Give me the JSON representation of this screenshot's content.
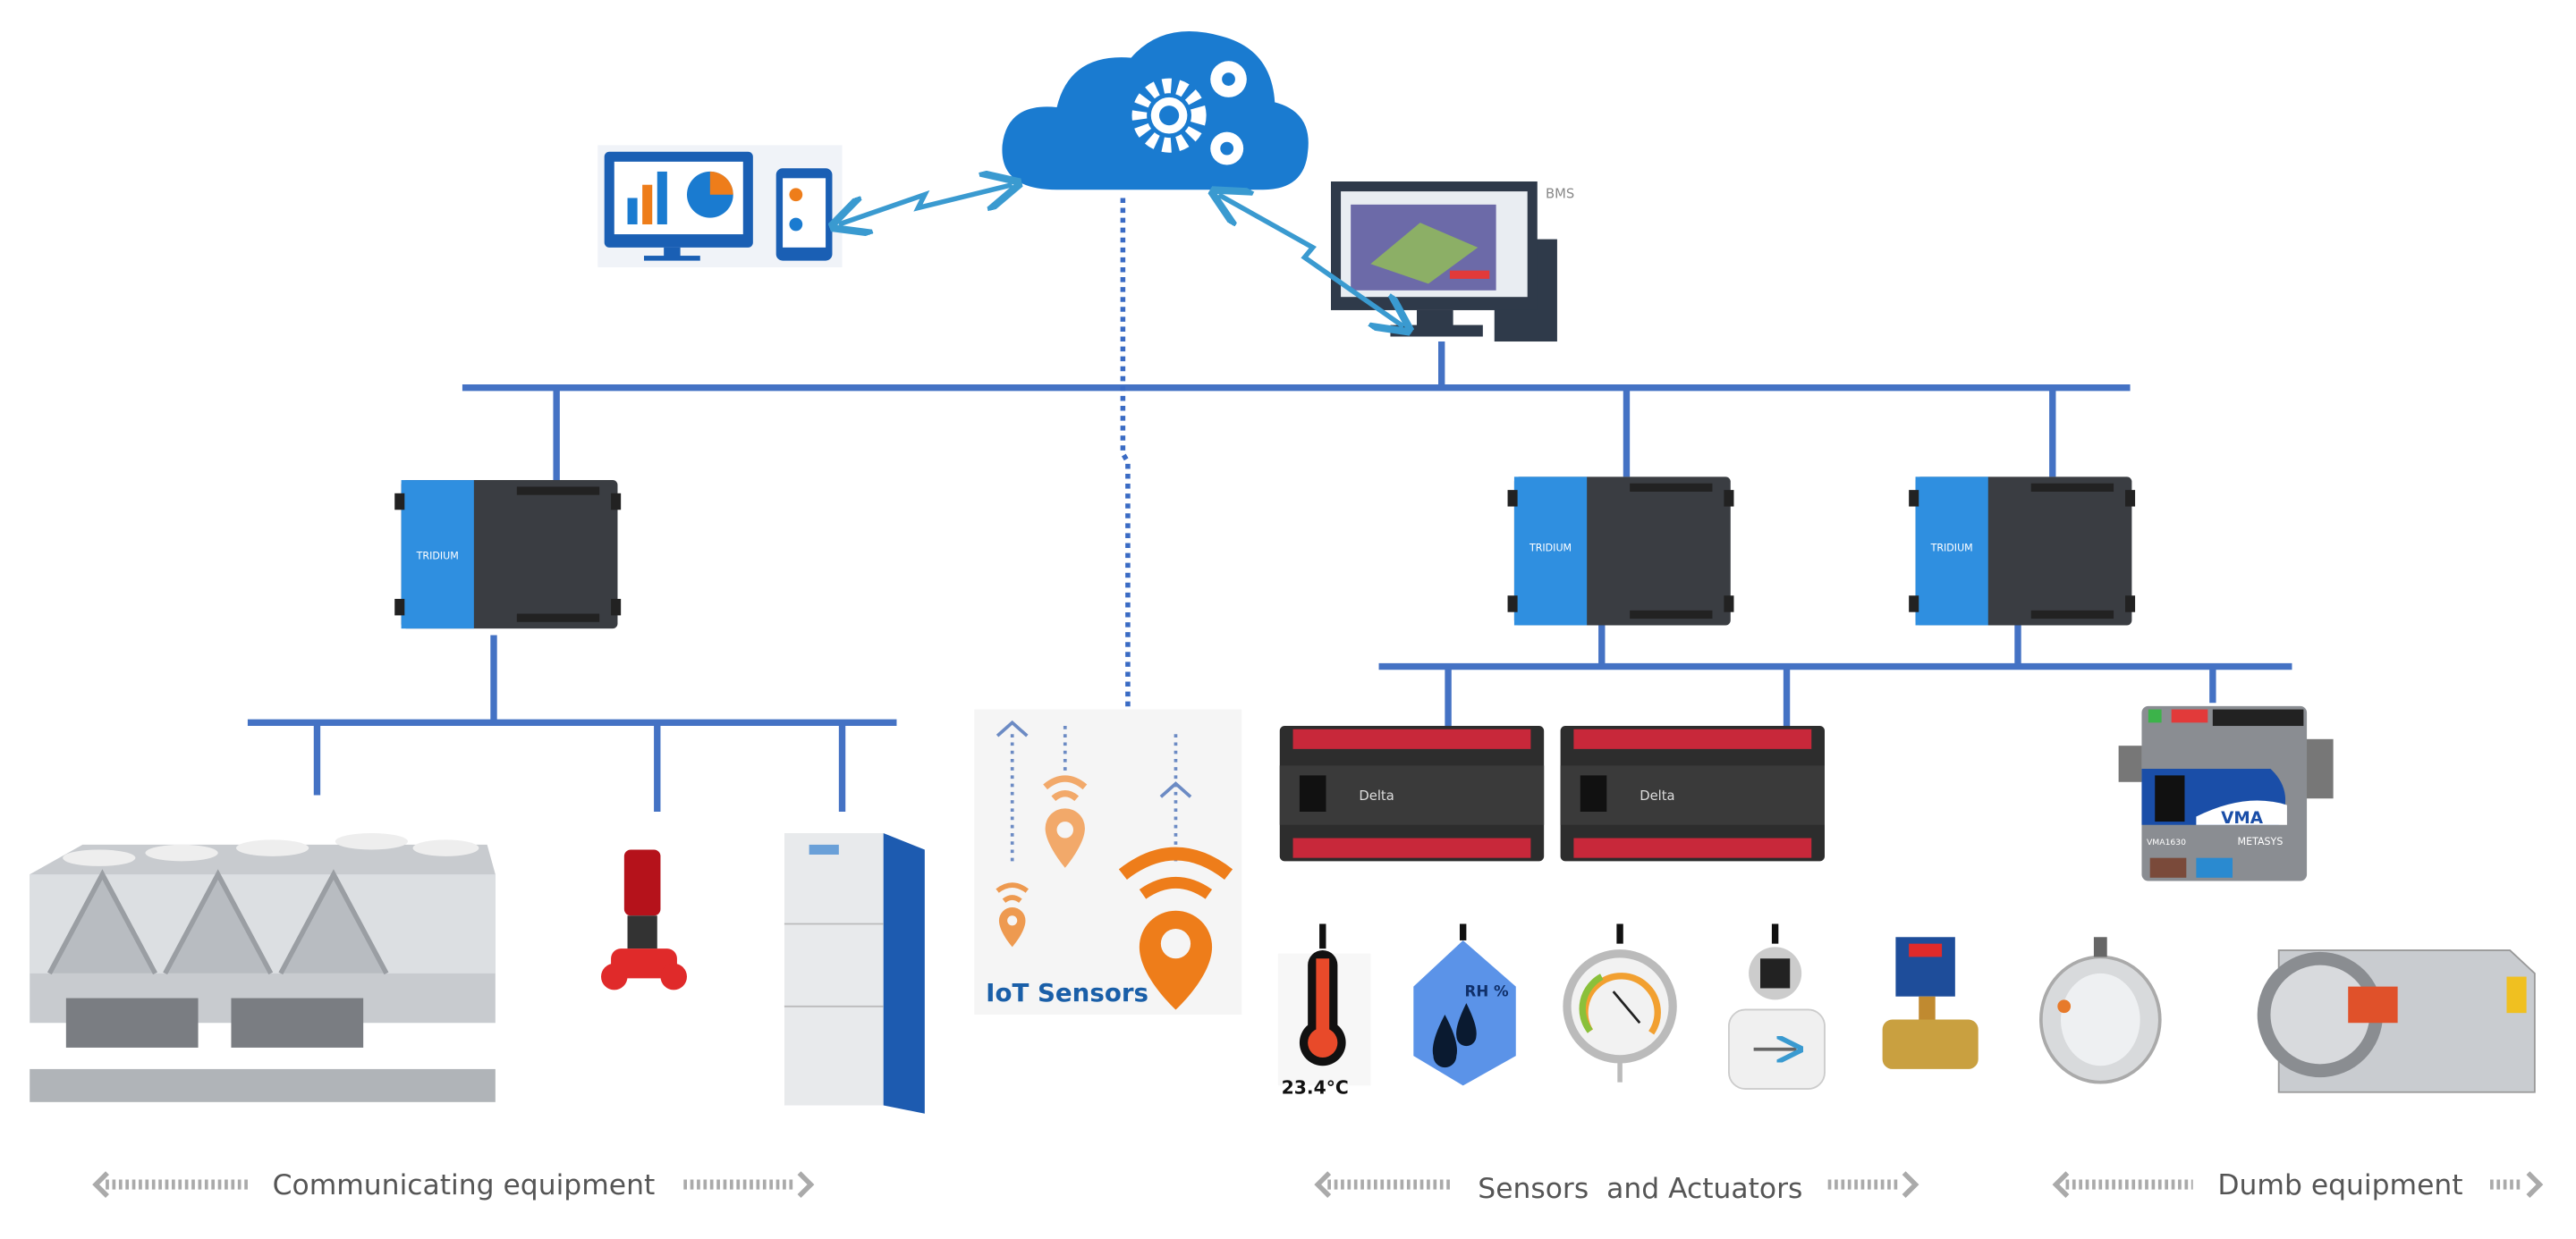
{
  "cloud": {
    "icon": "cloud-gears-icon"
  },
  "bms": {
    "label": "BMS",
    "icon": "desktop-computer-icon"
  },
  "dashboard": {
    "icon": "dashboard-monitor-phone-icon"
  },
  "controllers": [
    {
      "brand": "TRIDIUM"
    },
    {
      "brand": "TRIDIUM"
    },
    {
      "brand": "TRIDIUM"
    }
  ],
  "field_controllers": [
    {
      "brand": "Delta"
    },
    {
      "brand": "Delta"
    }
  ],
  "vma": {
    "label": "VMA",
    "brand": "METASYS",
    "model": "VMA1630"
  },
  "iot": {
    "label": "IoT Sensors"
  },
  "sensors": {
    "temperature": "23.4°C",
    "humidity": "RH %"
  },
  "categories": {
    "communicating": "Communicating equipment",
    "sensors_actuators": "Sensors  and Actuators",
    "dumb": "Dumb equipment"
  },
  "colors": {
    "bus": "#4472c4",
    "cloud": "#1a7bd0",
    "orange": "#ee7d1a",
    "tridium_blue": "#2f8fe0"
  }
}
